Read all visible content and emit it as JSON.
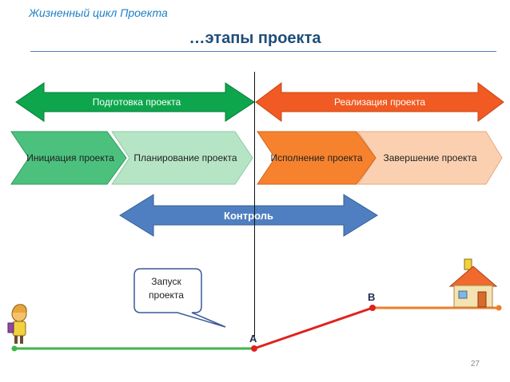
{
  "header": {
    "section": "Жизненный цикл Проекта",
    "title": "…этапы проекта"
  },
  "phases": [
    {
      "label": "Подготовка проекта",
      "color": "#0ea64d"
    },
    {
      "label": "Реализация проекта",
      "color": "#f15a22"
    }
  ],
  "stages": [
    {
      "label": "Инициация проекта",
      "color": "#4cc17e"
    },
    {
      "label": "Планирование проекта",
      "color": "#b6e5c6"
    },
    {
      "label": "Исполнение проекта",
      "color": "#f7822e"
    },
    {
      "label": "Завершение проекта",
      "color": "#fbd0b0"
    }
  ],
  "control": {
    "label": "Контроль",
    "color": "#4f7fc0"
  },
  "callout": {
    "text": "Запуск проекта"
  },
  "points": {
    "a": "A",
    "b": "B"
  },
  "timeline_colors": {
    "start_segment": "#3fb54a",
    "path": "#e0211c",
    "end_segment": "#f07c28"
  },
  "icons": {
    "start": "person-icon",
    "end": "house-icon"
  },
  "page_number": "27"
}
